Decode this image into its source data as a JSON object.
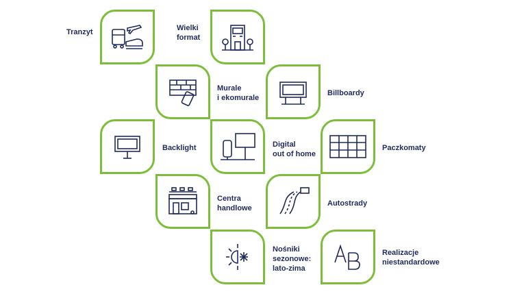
{
  "accent_color": "#7cbe3a",
  "text_color": "#1f2a5c",
  "categories": [
    {
      "id": "tranzyt",
      "label": "Tranzyt",
      "icon": "transit-icon"
    },
    {
      "id": "wielki-format",
      "label": "Wielki\nformat",
      "icon": "building-icon"
    },
    {
      "id": "murale",
      "label": "Murale\ni ekomurale",
      "icon": "mural-spray-icon"
    },
    {
      "id": "billboardy",
      "label": "Billboardy",
      "icon": "billboard-icon"
    },
    {
      "id": "backlight",
      "label": "Backlight",
      "icon": "backlight-sign-icon"
    },
    {
      "id": "dooh",
      "label": "Digital\nout of home",
      "icon": "digital-screen-icon"
    },
    {
      "id": "paczkomaty",
      "label": "Paczkomaty",
      "icon": "parcel-locker-icon"
    },
    {
      "id": "centra",
      "label": "Centra\nhandlowe",
      "icon": "shopping-mall-icon"
    },
    {
      "id": "autostrady",
      "label": "Autostrady",
      "icon": "highway-icon"
    },
    {
      "id": "sezonowe",
      "label": "Nośniki\nsezonowe:\nlato-zima",
      "icon": "sun-snowflake-icon"
    },
    {
      "id": "niestandardowe",
      "label": "Realizacje\nniestandardowe",
      "icon": "ab-letters-icon"
    }
  ]
}
